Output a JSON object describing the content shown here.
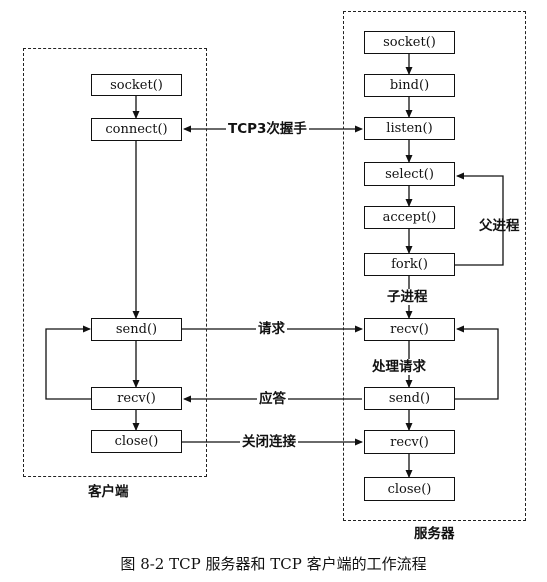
{
  "regions": {
    "client_label": "客户端",
    "server_label": "服务器"
  },
  "client": {
    "socket": "socket()",
    "connect": "connect()",
    "send": "send()",
    "recv": "recv()",
    "close": "close()"
  },
  "server": {
    "socket": "socket()",
    "bind": "bind()",
    "listen": "listen()",
    "select": "select()",
    "accept": "accept()",
    "fork": "fork()",
    "recv": "recv()",
    "send": "send()",
    "recv2": "recv()",
    "close": "close()"
  },
  "labels": {
    "handshake": "TCP3次握手",
    "request": "请求",
    "response": "应答",
    "close_conn": "关闭连接",
    "parent_process": "父进程",
    "child_process": "子进程",
    "handle_request": "处理请求"
  },
  "caption": "图 8-2    TCP 服务器和 TCP 客户端的工作流程"
}
